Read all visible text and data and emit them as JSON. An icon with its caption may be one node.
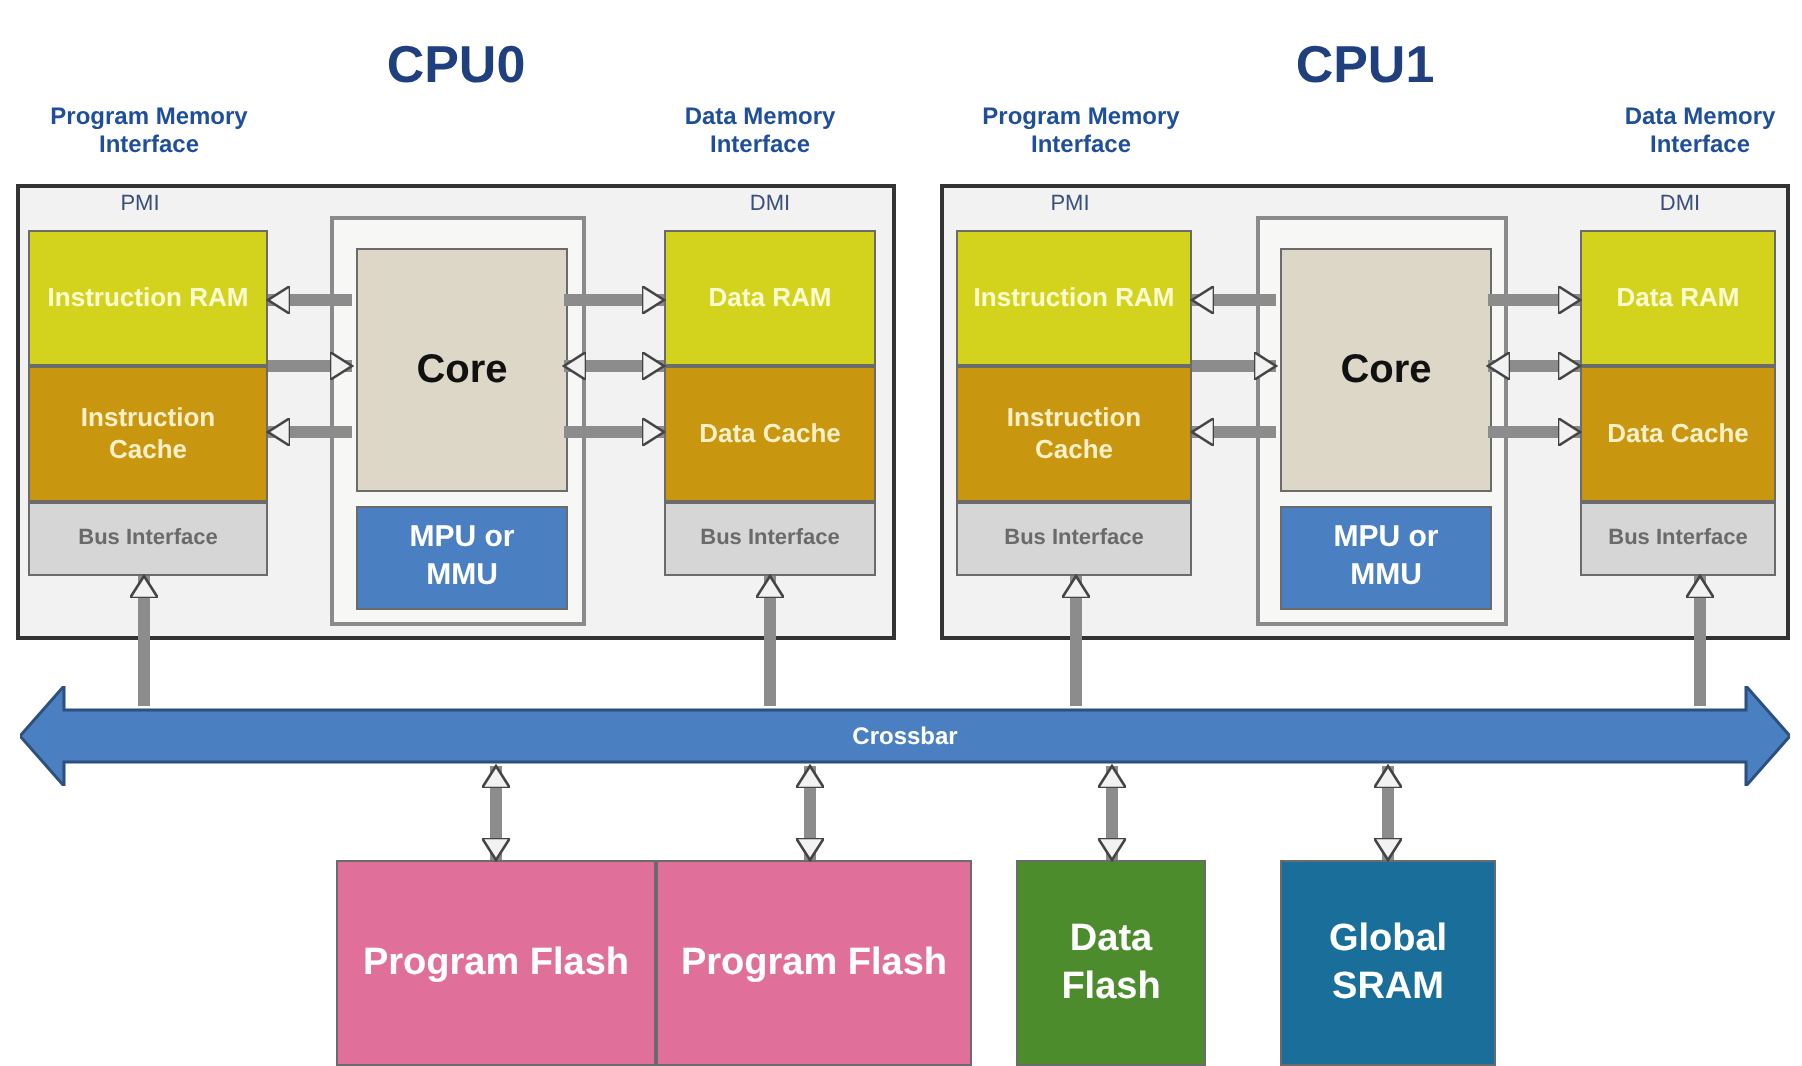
{
  "diagram": {
    "nodes": [
      {
        "text": [
          "CPU0"
        ]
      },
      {
        "text": [
          "Instruction RAM"
        ],
        "in": 0
      },
      {
        "text": [
          "Instruction Cache"
        ],
        "in": 0
      },
      {
        "text": [
          "Bus Interface"
        ],
        "in": 0
      },
      {
        "text": [],
        "shape": "box",
        "in": 0
      },
      {
        "text": [
          "Core"
        ],
        "in": 4
      },
      {
        "text": [
          "MPU or MMU"
        ],
        "in": 4
      },
      {
        "text": [
          "Data RAM"
        ],
        "in": 0
      },
      {
        "text": [
          "Data Cache"
        ],
        "in": 0
      },
      {
        "text": [
          "Bus Interface"
        ],
        "in": 0
      },
      {
        "text": [
          "CPU1"
        ]
      },
      {
        "text": [
          "Instruction RAM"
        ],
        "in": 10
      },
      {
        "text": [
          "Instruction Cache"
        ],
        "in": 10
      },
      {
        "text": [
          "Bus Interface"
        ],
        "in": 10
      },
      {
        "text": [],
        "shape": "box",
        "in": 10
      },
      {
        "text": [
          "Core"
        ],
        "in": 14
      },
      {
        "text": [
          "MPU or MMU"
        ],
        "in": 14
      },
      {
        "text": [
          "Data RAM"
        ],
        "in": 10
      },
      {
        "text": [
          "Data Cache"
        ],
        "in": 10
      },
      {
        "text": [
          "Bus Interface"
        ],
        "in": 10
      },
      {
        "text": [
          "Crossbar"
        ]
      },
      {
        "text": [
          "Program Flash"
        ]
      },
      {
        "text": [
          "Program Flash"
        ]
      },
      {
        "text": [
          "Data Flash"
        ]
      },
      {
        "text": [
          "Global SRAM"
        ]
      }
    ],
    "edges": [
      {
        "from": 5,
        "to": 1,
        "arrow": "to"
      },
      {
        "from": 1,
        "to": 5,
        "arrow": "to"
      },
      {
        "from": 5,
        "to": 2,
        "arrow": "to"
      },
      {
        "from": 5,
        "to": 7,
        "arrow": "to"
      },
      {
        "from": 5,
        "to": 7,
        "arrow": "both"
      },
      {
        "from": 5,
        "to": 8,
        "arrow": "to"
      },
      {
        "from": 15,
        "to": 11,
        "arrow": "to"
      },
      {
        "from": 11,
        "to": 15,
        "arrow": "to"
      },
      {
        "from": 15,
        "to": 12,
        "arrow": "to"
      },
      {
        "from": 15,
        "to": 17,
        "arrow": "to"
      },
      {
        "from": 15,
        "to": 17,
        "arrow": "both"
      },
      {
        "from": 15,
        "to": 18,
        "arrow": "to"
      },
      {
        "from": 20,
        "to": 3,
        "arrow": "to"
      },
      {
        "from": 20,
        "to": 9,
        "arrow": "to"
      },
      {
        "from": 20,
        "to": 13,
        "arrow": "to"
      },
      {
        "from": 20,
        "to": 19,
        "arrow": "to"
      },
      {
        "from": 20,
        "to": 21,
        "arrow": "both"
      },
      {
        "from": 20,
        "to": 22,
        "arrow": "both"
      },
      {
        "from": 20,
        "to": 23,
        "arrow": "both"
      },
      {
        "from": 20,
        "to": 24,
        "arrow": "both"
      }
    ],
    "labels": [
      "Program Memory Interface",
      "Data Memory Interface",
      "Program Memory Interface",
      "Data Memory Interface",
      "PMI",
      "DMI",
      "PMI",
      "DMI"
    ]
  }
}
